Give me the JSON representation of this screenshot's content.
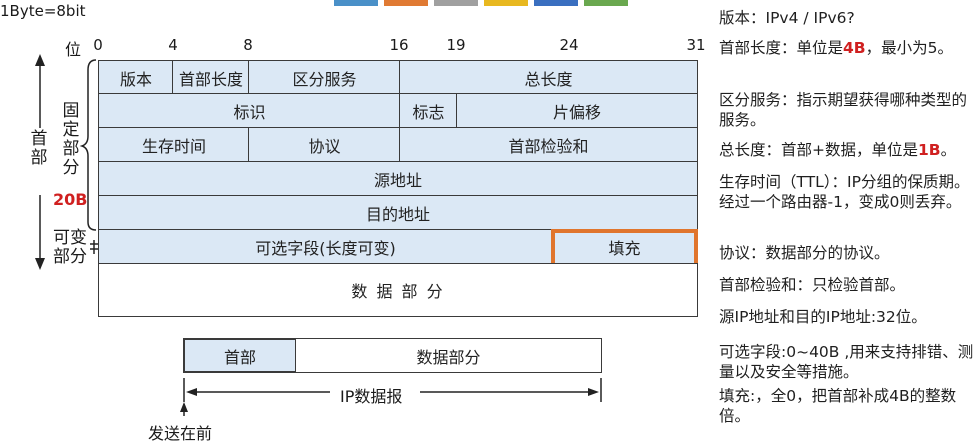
{
  "unit_note": "1Byte=8bit",
  "palette": [
    "#4a90c8",
    "#e07a33",
    "#a0a0a0",
    "#e8b820",
    "#3a6fc0",
    "#6aa84f"
  ],
  "bit_axis": {
    "label": "位",
    "ticks": [
      "0",
      "4",
      "8",
      "16",
      "19",
      "24",
      "31"
    ]
  },
  "side_labels": {
    "header": "首部",
    "fixed_line1": "固定部分",
    "fixed_size": "20B",
    "variable": "可变部分"
  },
  "fields": {
    "version": "版本",
    "header_length": "首部长度",
    "dsf": "区分服务",
    "total_length": "总长度",
    "identification": "标识",
    "flags": "标志",
    "fragment_offset": "片偏移",
    "ttl": "生存时间",
    "protocol": "协议",
    "checksum": "首部检验和",
    "src": "源地址",
    "dst": "目的地址",
    "options": "可选字段(长度可变)",
    "padding": "填充",
    "data": "数 据 部 分"
  },
  "packet": {
    "header": "首部",
    "data": "数据部分",
    "label": "IP数据报",
    "send_first": "发送在前"
  },
  "notes": [
    {
      "pre": "版本：IPv4 / IPv6?",
      "red": "",
      "post": ""
    },
    {
      "pre": "首部长度：单位是",
      "red": "4B",
      "post": "，最小为5。"
    },
    {
      "pre": "区分服务：指示期望获得哪种类型的服务。",
      "red": "",
      "post": ""
    },
    {
      "pre": "总长度：首部+数据，单位是",
      "red": "1B",
      "post": "。"
    },
    {
      "pre": "生存时间（TTL）：IP分组的保质期。经过一个路由器-1，变成0则丢弃。",
      "red": "",
      "post": ""
    },
    {
      "pre": "协议：数据部分的协议。",
      "red": "",
      "post": ""
    },
    {
      "pre": "首部检验和：只检验首部。",
      "red": "",
      "post": ""
    },
    {
      "pre": "源IP地址和目的IP地址:32位。",
      "red": "",
      "post": ""
    },
    {
      "pre": "可选字段:0~40B ,用来支持排错、测量以及安全等措施。",
      "red": "",
      "post": ""
    },
    {
      "pre": "填充:，全0，把首部补成4B的整数倍。",
      "red": "",
      "post": ""
    }
  ]
}
